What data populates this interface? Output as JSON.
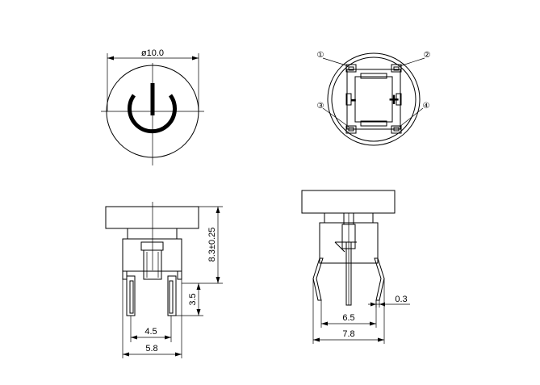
{
  "dimensions": {
    "top_view_diameter": "ø10.0",
    "side_view_height": "8.3±0.25",
    "side_view_lead_length": "3.5",
    "side_view_pin_pitch": "4.5",
    "side_view_body_width": "5.8",
    "end_view_pin_span": "6.5",
    "end_view_body_width": "7.8",
    "end_view_lead_thickness": "0.3"
  },
  "pin_markers": {
    "pin1": "①",
    "pin2": "②",
    "pin3": "③",
    "pin4": "④"
  },
  "polarity": {
    "minus": "-",
    "plus": "+"
  },
  "icons": {
    "power_symbol": "power-icon"
  },
  "colors": {
    "line": "#000000",
    "background": "#ffffff"
  }
}
